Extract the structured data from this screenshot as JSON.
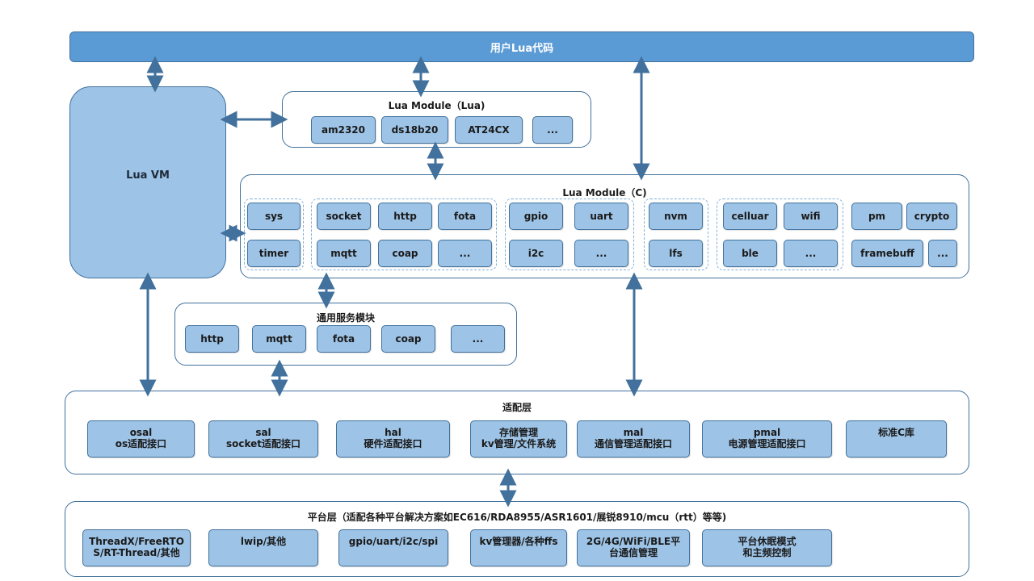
{
  "top": {
    "label": "用户Lua代码"
  },
  "vm": {
    "label": "Lua VM"
  },
  "lua_module_lua": {
    "title": "Lua Module（Lua)",
    "items": [
      "am2320",
      "ds18b20",
      "AT24CX",
      "..."
    ]
  },
  "lua_module_c": {
    "title": "Lua Module（C)",
    "groups": [
      [
        "sys",
        "timer"
      ],
      [
        "socket",
        "http",
        "fota",
        "mqtt",
        "coap",
        "..."
      ],
      [
        "gpio",
        "uart",
        "i2c",
        "..."
      ],
      [
        "nvm",
        "lfs"
      ],
      [
        "celluar",
        "wifi",
        "ble",
        "..."
      ],
      [
        "pm",
        "crypto",
        "framebuff",
        "..."
      ]
    ]
  },
  "services": {
    "title": "通用服务模块",
    "items": [
      "http",
      "mqtt",
      "fota",
      "coap",
      "..."
    ]
  },
  "adapter": {
    "title": "适配层",
    "items": [
      {
        "line1": "osal",
        "line2": "os适配接口"
      },
      {
        "line1": "sal",
        "line2": "socket适配接口"
      },
      {
        "line1": "hal",
        "line2": "硬件适配接口"
      },
      {
        "line1": "存储管理",
        "line2": "kv管理/文件系统"
      },
      {
        "line1": "mal",
        "line2": "通信管理适配接口"
      },
      {
        "line1": "pmal",
        "line2": "电源管理适配接口"
      },
      {
        "line1": "标准C库",
        "line2": ""
      }
    ]
  },
  "platform": {
    "title": "平台层（适配各种平台解决方案如EC616/RDA8955/ASR1601/展锐8910/mcu（rtt）等等)",
    "items": [
      {
        "line1": "ThreadX/FreeRTO",
        "line2": "S/RT-Thread/其他"
      },
      {
        "line1": "lwip/其他",
        "line2": ""
      },
      {
        "line1": "gpio/uart/i2c/spi",
        "line2": ""
      },
      {
        "line1": "kv管理器/各种ffs",
        "line2": ""
      },
      {
        "line1": "2G/4G/WiFi/BLE平",
        "line2": "台通信管理"
      },
      {
        "line1": "平台休眠模式",
        "line2": "和主频控制"
      }
    ]
  },
  "colors": {
    "accent": "#5b9bd5",
    "box_fill": "#9dc3e6",
    "border": "#41719c"
  }
}
